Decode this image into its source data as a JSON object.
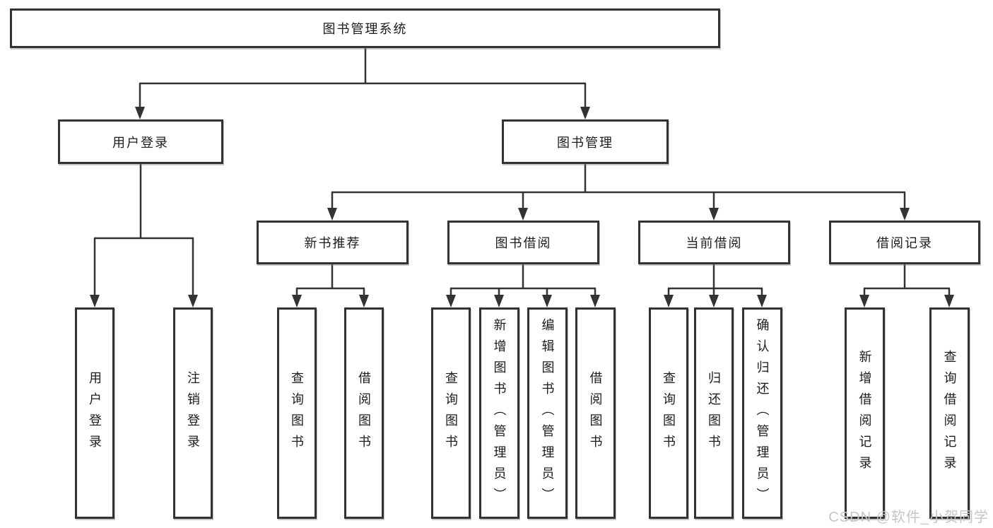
{
  "tree": {
    "root": {
      "label": "图书管理系统"
    },
    "branches": [
      {
        "label": "用户登录",
        "children": [
          {
            "label": "用户登录"
          },
          {
            "label": "注销登录"
          }
        ]
      },
      {
        "label": "图书管理",
        "children": [
          {
            "label": "新书推荐",
            "children": [
              {
                "label": "查询图书"
              },
              {
                "label": "借阅图书"
              }
            ]
          },
          {
            "label": "图书借阅",
            "children": [
              {
                "label": "查询图书"
              },
              {
                "label": "新增图书（管理员）"
              },
              {
                "label": "编辑图书（管理员）"
              },
              {
                "label": "借阅图书"
              }
            ]
          },
          {
            "label": "当前借阅",
            "children": [
              {
                "label": "查询图书"
              },
              {
                "label": "归还图书"
              },
              {
                "label": "确认归还（管理员）"
              }
            ]
          },
          {
            "label": "借阅记录",
            "children": [
              {
                "label": "新增借阅记录"
              },
              {
                "label": "查询借阅记录"
              }
            ]
          }
        ]
      }
    ]
  },
  "watermark": {
    "text": "CSDN @软件_小贺同学"
  },
  "colors": {
    "line": "#333333",
    "box_border": "#333333",
    "box_fill": "#ffffff",
    "text": "#1c1c1c",
    "watermark": "#c6c6c6",
    "background": "#ffffff"
  }
}
